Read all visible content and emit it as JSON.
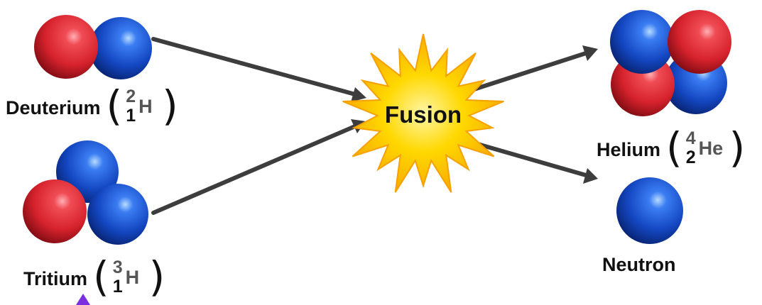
{
  "reactants": {
    "deuterium": {
      "name": "Deuterium",
      "mass": "2",
      "atomic": "1",
      "symbol": "H"
    },
    "tritium": {
      "name": "Tritium",
      "mass": "3",
      "atomic": "1",
      "symbol": "H"
    }
  },
  "center": {
    "label": "Fusion"
  },
  "products": {
    "helium": {
      "name": "Helium",
      "mass": "4",
      "atomic": "2",
      "symbol": "He"
    },
    "neutron": {
      "name": "Neutron"
    }
  },
  "colors": {
    "proton": "#d8262f",
    "neutron": "#1747c8",
    "arrow": "#3d3d3d",
    "burst_fill": "#ffd400",
    "burst_edge": "#f6a100",
    "cursor": "#7c2fe0"
  }
}
